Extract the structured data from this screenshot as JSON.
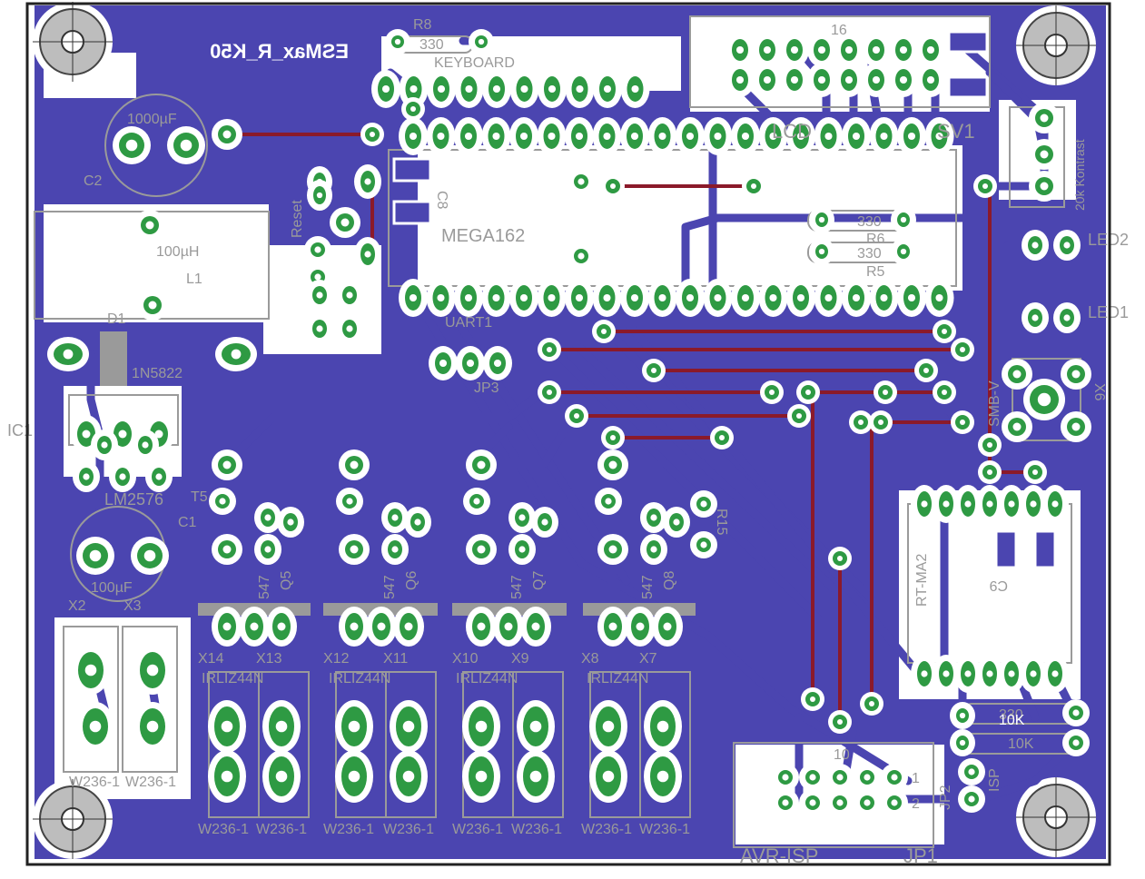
{
  "board": {
    "mirrored_title": "ESMax_R_K50",
    "colors": {
      "copper": "#4b45b0",
      "pad": "#2e9a43",
      "via_wire": "#8b1a2a",
      "silk": "#9a9a9a",
      "outline": "#222222"
    }
  },
  "labels": [
    {
      "id": "r8",
      "text": "R8"
    },
    {
      "id": "r8val",
      "text": "330"
    },
    {
      "id": "keyboard",
      "text": "KEYBOARD"
    },
    {
      "id": "c2val",
      "text": "1000µF"
    },
    {
      "id": "c2",
      "text": "C2"
    },
    {
      "id": "reset",
      "text": "Reset"
    },
    {
      "id": "mega",
      "text": "MEGA162"
    },
    {
      "id": "c8",
      "text": "C8"
    },
    {
      "id": "lcd",
      "text": "LCD"
    },
    {
      "id": "sv1",
      "text": "SV1"
    },
    {
      "id": "pin16",
      "text": "16"
    },
    {
      "id": "kontrast",
      "text": "20k Kontrast"
    },
    {
      "id": "r6val",
      "text": "330"
    },
    {
      "id": "r6",
      "text": "R6"
    },
    {
      "id": "r5val",
      "text": "330"
    },
    {
      "id": "r5",
      "text": "R5"
    },
    {
      "id": "r7val",
      "text": "330"
    },
    {
      "id": "led2",
      "text": "LED2"
    },
    {
      "id": "led1",
      "text": "LED1"
    },
    {
      "id": "l1val",
      "text": "100µH"
    },
    {
      "id": "l1",
      "text": "L1"
    },
    {
      "id": "d1",
      "text": "D1"
    },
    {
      "id": "diode",
      "text": "1N5822"
    },
    {
      "id": "uart",
      "text": "UART1"
    },
    {
      "id": "jp3",
      "text": "JP3"
    },
    {
      "id": "ic1",
      "text": "IC1"
    },
    {
      "id": "lm",
      "text": "LM2576"
    },
    {
      "id": "t5",
      "text": "T5"
    },
    {
      "id": "c1",
      "text": "C1"
    },
    {
      "id": "c100",
      "text": "100µF"
    },
    {
      "id": "x2",
      "text": "X2"
    },
    {
      "id": "x3",
      "text": "X3"
    },
    {
      "id": "q5",
      "text": "Q5"
    },
    {
      "id": "q6",
      "text": "Q6"
    },
    {
      "id": "q7",
      "text": "Q7"
    },
    {
      "id": "q8",
      "text": "Q8"
    },
    {
      "id": "bc5",
      "text": "547"
    },
    {
      "id": "bc6",
      "text": "547"
    },
    {
      "id": "bc7",
      "text": "547"
    },
    {
      "id": "bc8",
      "text": "547"
    },
    {
      "id": "x14",
      "text": "X14"
    },
    {
      "id": "x13",
      "text": "X13"
    },
    {
      "id": "x12",
      "text": "X12"
    },
    {
      "id": "x11",
      "text": "X11"
    },
    {
      "id": "x10",
      "text": "X10"
    },
    {
      "id": "x9",
      "text": "X9"
    },
    {
      "id": "x8",
      "text": "X8"
    },
    {
      "id": "x7",
      "text": "X7"
    },
    {
      "id": "irl1",
      "text": "IRLIZ44N"
    },
    {
      "id": "irl2",
      "text": "IRLIZ44N"
    },
    {
      "id": "irl3",
      "text": "IRLIZ44N"
    },
    {
      "id": "irl4",
      "text": "IRLIZ44N"
    },
    {
      "id": "w1",
      "text": "W236-1"
    },
    {
      "id": "w2",
      "text": "W236-1"
    },
    {
      "id": "w3",
      "text": "W236-1"
    },
    {
      "id": "w4",
      "text": "W236-1"
    },
    {
      "id": "w5",
      "text": "W236-1"
    },
    {
      "id": "w6",
      "text": "W236-1"
    },
    {
      "id": "w7",
      "text": "W236-1"
    },
    {
      "id": "w8",
      "text": "W236-1"
    },
    {
      "id": "w9",
      "text": "W236-1"
    },
    {
      "id": "w10",
      "text": "W236-1"
    },
    {
      "id": "r15",
      "text": "R15"
    },
    {
      "id": "rt",
      "text": "RT-MA2"
    },
    {
      "id": "c9",
      "text": "C9"
    },
    {
      "id": "r10k1",
      "text": "10K"
    },
    {
      "id": "r10k2",
      "text": "10K"
    },
    {
      "id": "isp",
      "text": "ISP"
    },
    {
      "id": "jp2",
      "text": "JP2"
    },
    {
      "id": "avr",
      "text": "AVR-ISP"
    },
    {
      "id": "jp1",
      "text": "JP1"
    },
    {
      "id": "pin10",
      "text": "10"
    },
    {
      "id": "pin1",
      "text": "1"
    },
    {
      "id": "pin2",
      "text": "2"
    },
    {
      "id": "x6",
      "text": "X6"
    },
    {
      "id": "smbv",
      "text": "SMB-V"
    }
  ]
}
